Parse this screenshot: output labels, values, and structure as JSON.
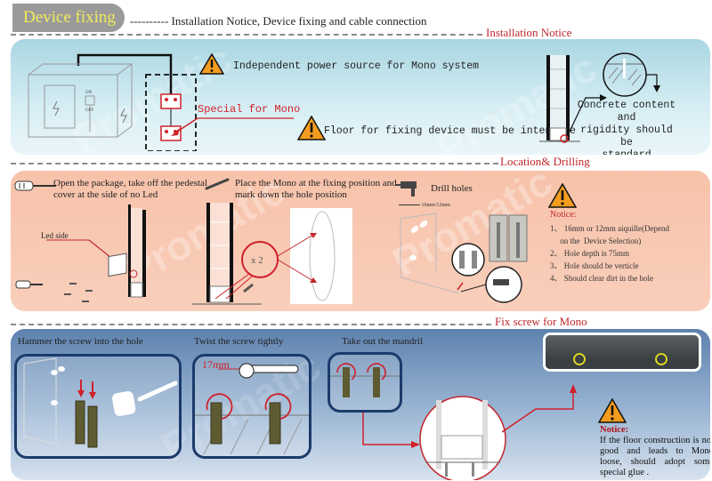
{
  "header": {
    "title": "Device fixing",
    "subtitle": "---------- Installation Notice, Device fixing and cable connection"
  },
  "sections": {
    "installation_notice": {
      "heading": "Installation Notice",
      "power_note": "Independent power source for Mono system",
      "special_label": "Special for Mono",
      "floor_note": "Floor for fixing device must be intensive",
      "concrete_note": [
        "Concrete content and",
        "rigidity should be",
        "standard"
      ],
      "switch_on": "ON",
      "switch_off": "OFF"
    },
    "location_drilling": {
      "heading": "Location& Drilling",
      "step1": [
        "Open the package, take off the pedestal",
        "cover at the side of no Led"
      ],
      "led_label": "Led side",
      "step2": [
        "Place the Mono at the fixing position and",
        "mark down the hole position"
      ],
      "multiplier": "x 2",
      "step3": "Drill holes",
      "drill_size": "16mm/12mm",
      "notice_title": "Notice:",
      "notice_items": [
        "1、 16mm or 12mm aiquille(Depend",
        "     on the  Device Selection)",
        "2、 Hole depth is 75mm",
        "3、 Hole should be verticle",
        "4、 Should clear dirt in the hole"
      ]
    },
    "fix_screw": {
      "heading": "Fix screw for Mono",
      "step1": "Hammer the screw into the hole",
      "step2": "Twist the screw tightly",
      "wrench_size": "17mm",
      "step3": "Take out the mandril",
      "notice_title": "Notice:",
      "notice_body": "If the floor construction is not good and leads to Mono loose, should adopt some special glue ."
    }
  },
  "watermark": "Promatic",
  "colors": {
    "accent_red": "#c0272d",
    "warning_orange": "#f39c1f",
    "title_yellow": "#f2ec5a",
    "frame_navy": "#1c3a6b"
  }
}
